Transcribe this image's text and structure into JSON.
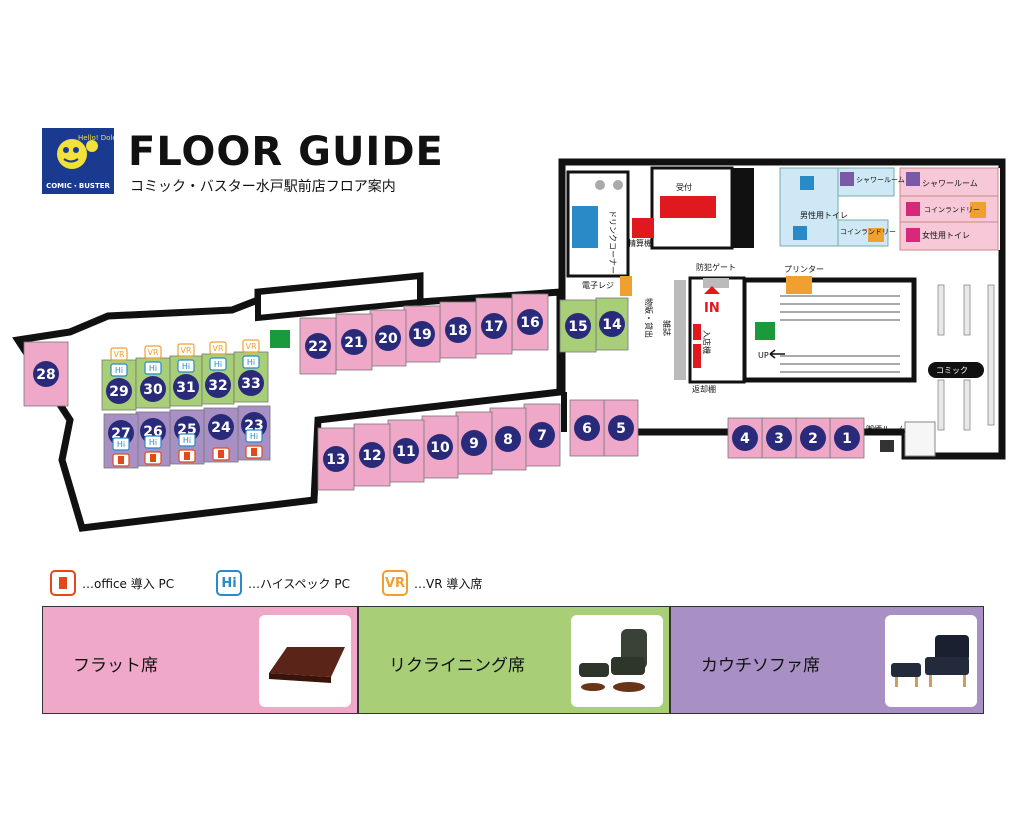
{
  "header": {
    "logo_text": "COMIC・BUSTER",
    "logo_tag": "Hello! Dole",
    "title": "FLOOR GUIDE",
    "subtitle": "コミック・バスター水戸駅前店フロア案内"
  },
  "colors": {
    "flat": "#f0a8c8",
    "recliner": "#a8cf78",
    "couch": "#a890c4",
    "wall": "#111111",
    "seat_number_bg": "#2a2a7a",
    "service_red": "#e0191f",
    "service_orange": "#f0a030",
    "room_blue": "#cfe8f5",
    "room_pink": "#f6c8d8",
    "exit_green": "#1a9a3a"
  },
  "seats": {
    "flat": [
      "1",
      "2",
      "3",
      "4",
      "5",
      "6",
      "7",
      "8",
      "9",
      "10",
      "11",
      "12",
      "13",
      "16",
      "17",
      "18",
      "19",
      "20",
      "21",
      "22",
      "28"
    ],
    "recliner": [
      "14",
      "15",
      "29",
      "30",
      "31",
      "32",
      "33"
    ],
    "couch": [
      "23",
      "24",
      "25",
      "26",
      "27"
    ]
  },
  "seat_badges": {
    "vr": [
      "29",
      "30",
      "31",
      "32",
      "33"
    ],
    "hi": [
      "23",
      "25",
      "26",
      "27",
      "29",
      "30",
      "31",
      "32",
      "33"
    ],
    "office": [
      "23",
      "24",
      "25",
      "26",
      "27"
    ]
  },
  "rooms": {
    "reception": "受付",
    "drink_corner": "ドリンクコーナー",
    "checkout": "精算機",
    "e_register": "電子レジ",
    "security_gate": "防犯ゲート",
    "goods": "物販・貸出",
    "magazines": "雑誌",
    "entry_machine": "入店機",
    "entrance": "IN",
    "return_shelf": "返却棚",
    "printer": "プリンター",
    "stairs_up": "UP",
    "comic": "コミック",
    "smoking_room": "喫煙ルーム",
    "mens_toilet": "男性用トイレ",
    "womens_toilet": "女性用トイレ",
    "shower_1": "シャワールーム",
    "shower_2": "シャワールーム",
    "laundry_1": "コインランドリー",
    "laundry_2": "コインランドリー"
  },
  "legend": {
    "office": {
      "icon": "office-icon",
      "label": "…office 導入 PC"
    },
    "hi": {
      "icon": "Hi",
      "label": "…ハイスペック PC"
    },
    "vr": {
      "icon": "VR",
      "label": "…VR 導入席"
    }
  },
  "seat_types": [
    {
      "label": "フラット席",
      "icon": "flat-mat-photo"
    },
    {
      "label": "リクライニング席",
      "icon": "recliner-chair-photo"
    },
    {
      "label": "カウチソファ席",
      "icon": "couch-sofa-photo"
    }
  ]
}
